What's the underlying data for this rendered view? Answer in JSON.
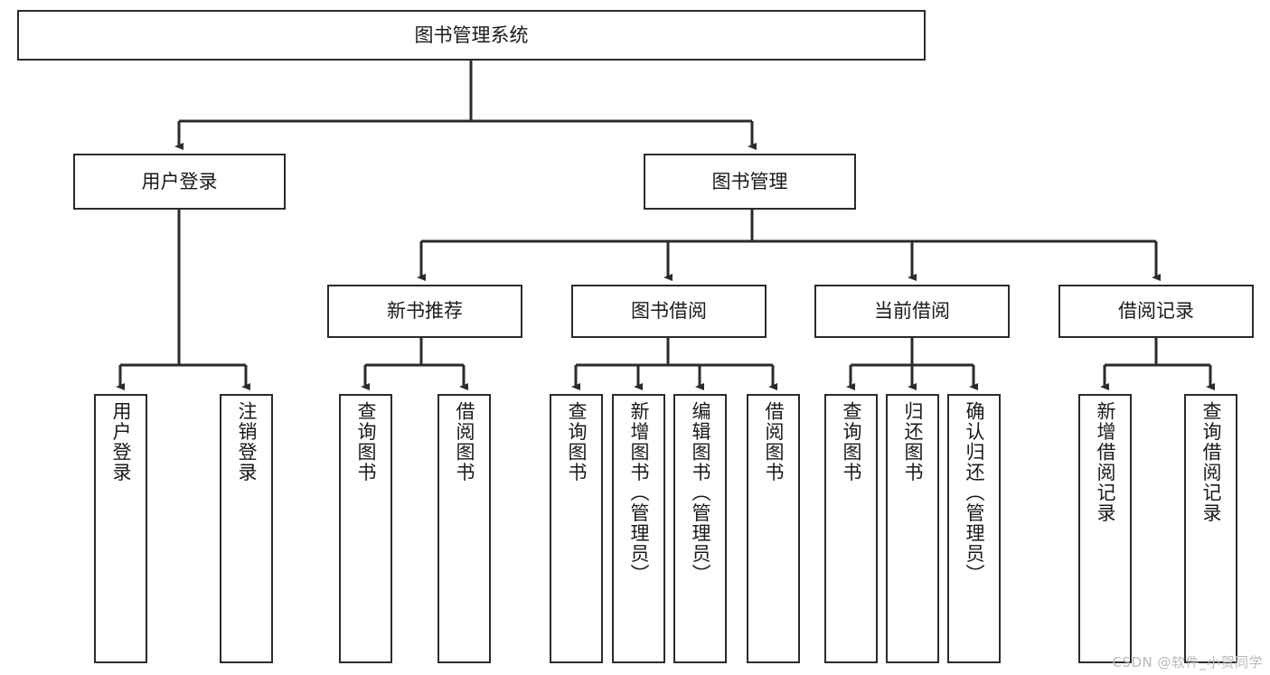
{
  "diagram": {
    "title": "图书管理系统",
    "type": "tree-hierarchy",
    "root": {
      "label": "图书管理系统"
    },
    "level2": [
      {
        "label": "用户登录"
      },
      {
        "label": "图书管理"
      }
    ],
    "level3": [
      {
        "label": "新书推荐"
      },
      {
        "label": "图书借阅"
      },
      {
        "label": "当前借阅"
      },
      {
        "label": "借阅记录"
      }
    ],
    "leaves": {
      "user_login": [
        {
          "label": "用户登录"
        },
        {
          "label": "注销登录"
        }
      ],
      "new_book_recommend": [
        {
          "label": "查询图书"
        },
        {
          "label": "借阅图书"
        }
      ],
      "book_borrow": [
        {
          "label": "查询图书"
        },
        {
          "label": "新增图书（管理员）"
        },
        {
          "label": "编辑图书（管理员）"
        },
        {
          "label": "借阅图书"
        }
      ],
      "current_borrow": [
        {
          "label": "查询图书"
        },
        {
          "label": "归还图书"
        },
        {
          "label": "确认归还（管理员）"
        }
      ],
      "borrow_record": [
        {
          "label": "新增借阅记录"
        },
        {
          "label": "查询借阅记录"
        }
      ]
    },
    "watermark": "CSDN @软件_小贺同学",
    "colors": {
      "stroke": "#2b2b2b",
      "fill": "#ffffff",
      "text": "#1a1a1a",
      "watermark": "#b9b9b9"
    }
  }
}
